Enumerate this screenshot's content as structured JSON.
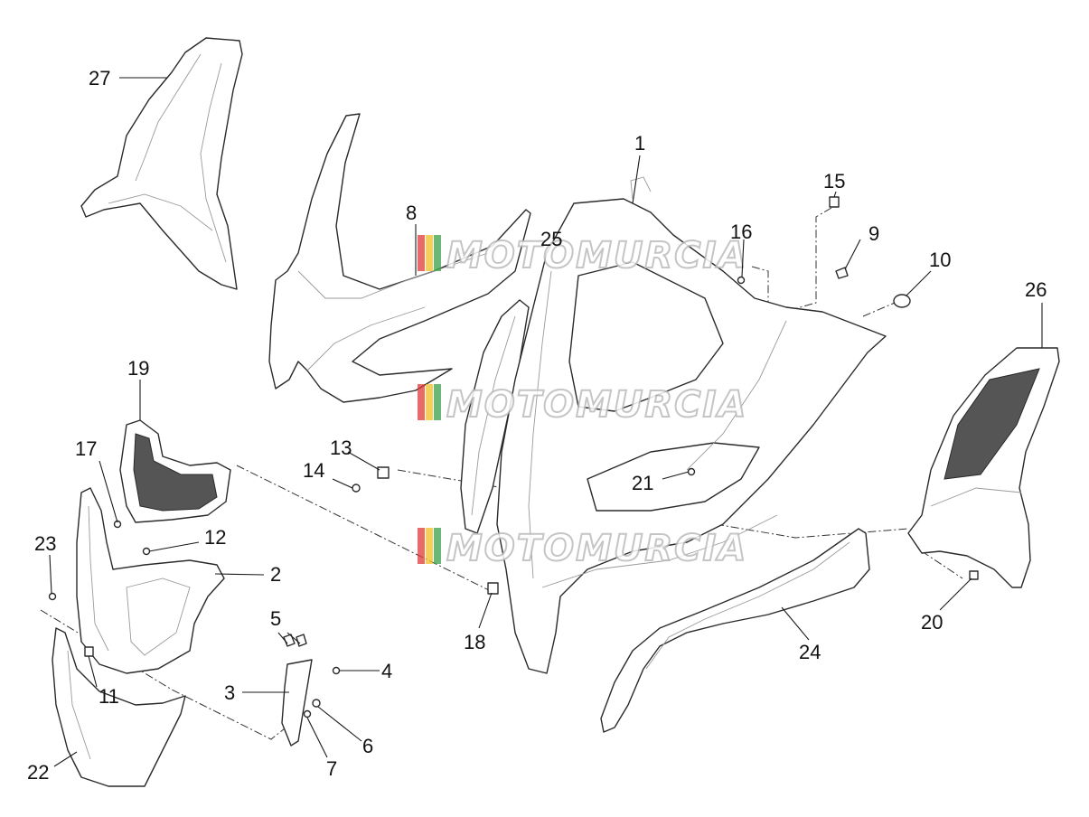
{
  "diagram": {
    "callouts": [
      {
        "id": "1",
        "label": "1"
      },
      {
        "id": "2",
        "label": "2"
      },
      {
        "id": "3",
        "label": "3"
      },
      {
        "id": "4",
        "label": "4"
      },
      {
        "id": "5",
        "label": "5"
      },
      {
        "id": "6",
        "label": "6"
      },
      {
        "id": "7",
        "label": "7"
      },
      {
        "id": "8",
        "label": "8"
      },
      {
        "id": "9",
        "label": "9"
      },
      {
        "id": "10",
        "label": "10"
      },
      {
        "id": "11",
        "label": "11"
      },
      {
        "id": "12",
        "label": "12"
      },
      {
        "id": "13",
        "label": "13"
      },
      {
        "id": "14",
        "label": "14"
      },
      {
        "id": "15",
        "label": "15"
      },
      {
        "id": "16",
        "label": "16"
      },
      {
        "id": "17",
        "label": "17"
      },
      {
        "id": "18",
        "label": "18"
      },
      {
        "id": "19",
        "label": "19"
      },
      {
        "id": "20",
        "label": "20"
      },
      {
        "id": "21",
        "label": "21"
      },
      {
        "id": "22",
        "label": "22"
      },
      {
        "id": "23",
        "label": "23"
      },
      {
        "id": "24",
        "label": "24"
      },
      {
        "id": "25",
        "label": "25"
      },
      {
        "id": "26",
        "label": "26"
      },
      {
        "id": "27",
        "label": "27"
      }
    ]
  },
  "watermark": {
    "text": "MOTOMURCIA",
    "colors": [
      "#e03a3a",
      "#f0c020",
      "#3aa048"
    ]
  }
}
